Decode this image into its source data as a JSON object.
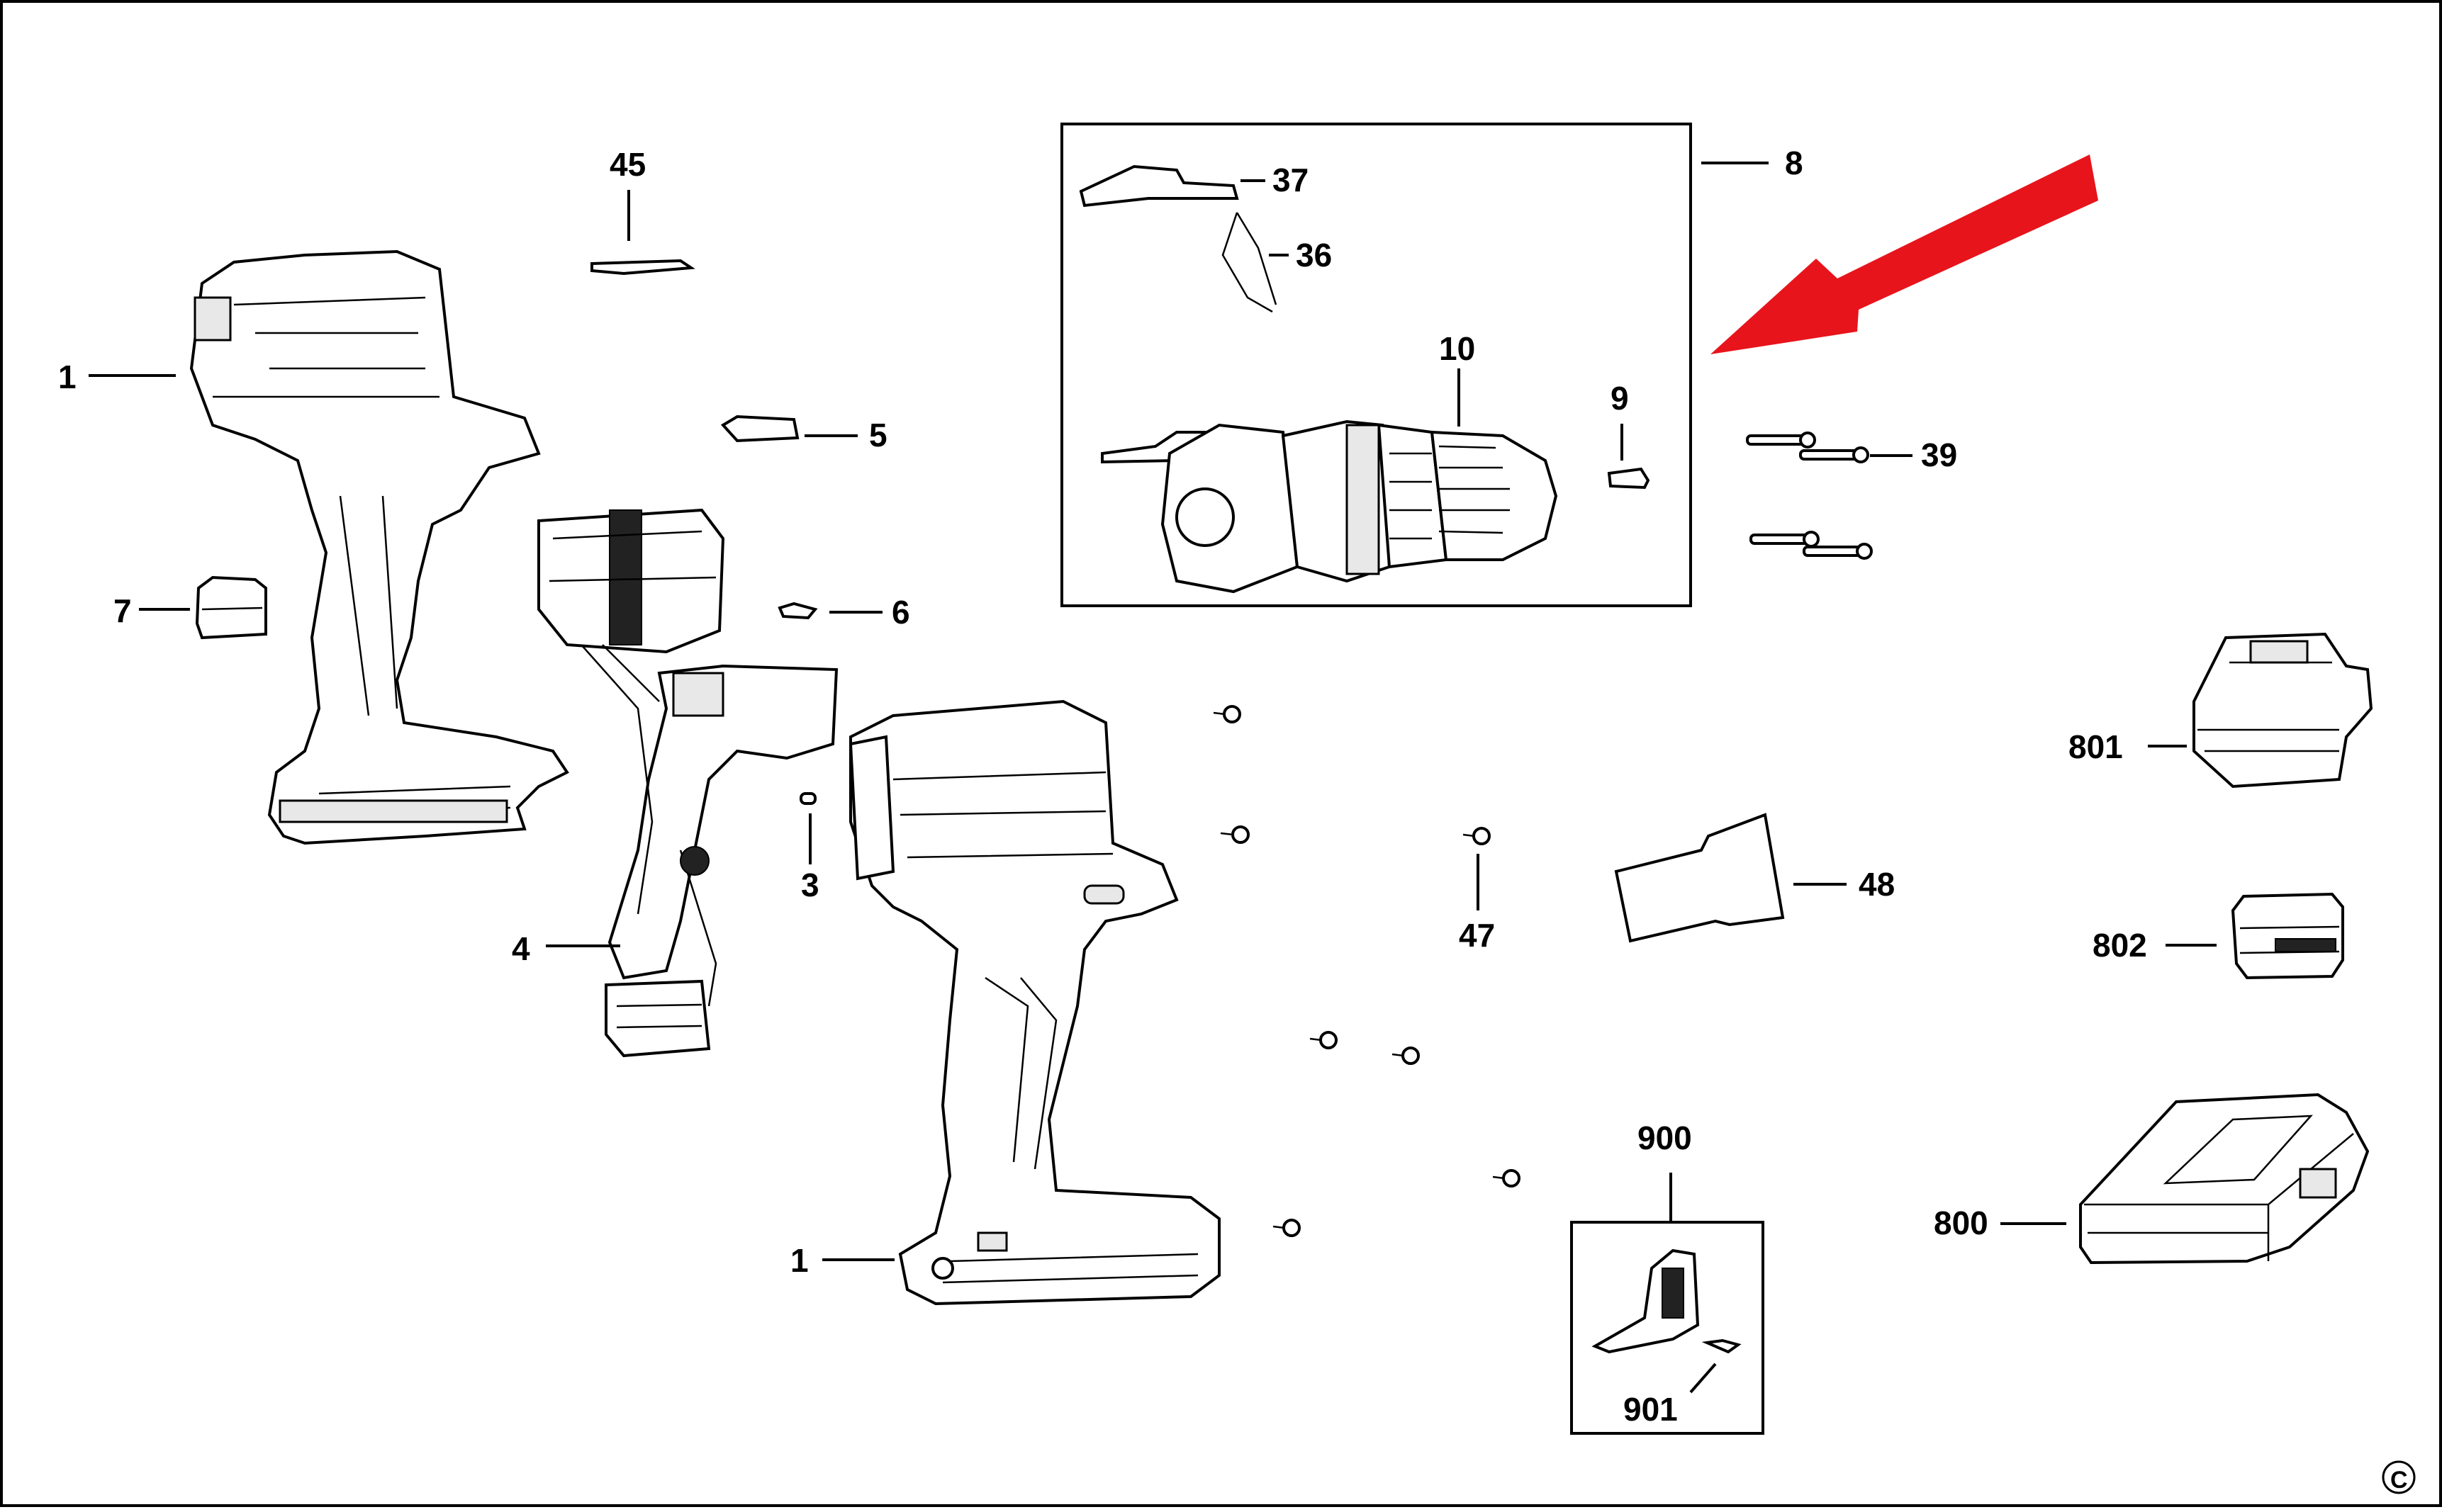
{
  "labels": {
    "p1a": "1",
    "p1b": "1",
    "p3": "3",
    "p4": "4",
    "p5": "5",
    "p6": "6",
    "p7": "7",
    "p8": "8",
    "p9": "9",
    "p10": "10",
    "p36": "36",
    "p37": "37",
    "p39": "39",
    "p45": "45",
    "p47": "47",
    "p48": "48",
    "p800": "800",
    "p801": "801",
    "p802": "802",
    "p900": "900",
    "p901": "901"
  },
  "copyright": "©",
  "colors": {
    "arrow": "#e8141b",
    "line": "#000000"
  }
}
